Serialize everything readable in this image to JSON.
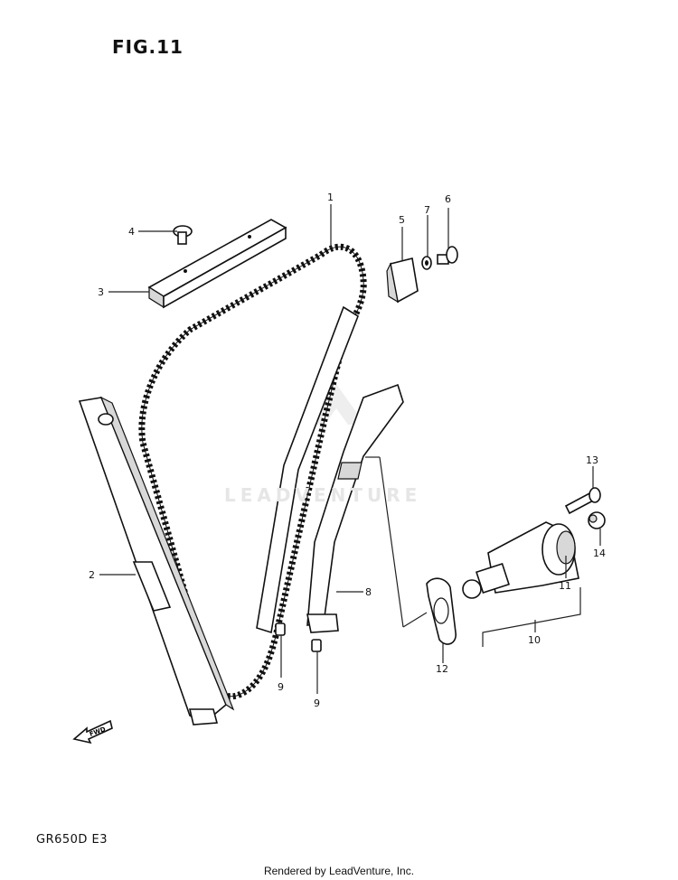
{
  "figure_title": "FIG.11",
  "model_code": "GR650D E3",
  "footer_text": "Rendered by LeadVenture, Inc.",
  "watermark_text": "LEADVENTURE",
  "fwd_label": "FWD",
  "callouts": {
    "c1": "1",
    "c2": "2",
    "c3": "3",
    "c4": "4",
    "c5": "5",
    "c6": "6",
    "c7": "7",
    "c8": "8",
    "c9a": "9",
    "c9b": "9",
    "c10": "10",
    "c11": "11",
    "c12": "12",
    "c13": "13",
    "c14": "14"
  }
}
